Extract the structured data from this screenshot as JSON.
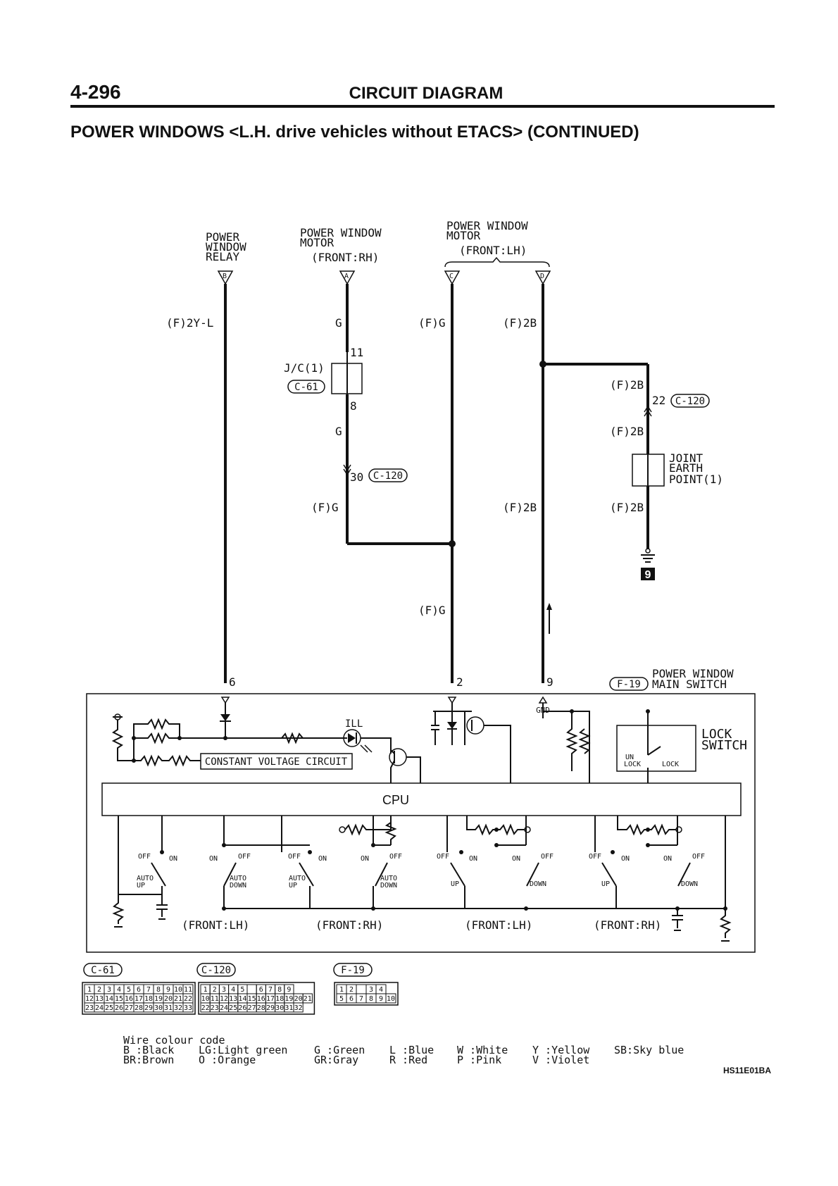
{
  "header": {
    "page_number": "4-296",
    "section": "CIRCUIT DIAGRAM",
    "title": "POWER WINDOWS <L.H. drive vehicles without ETACS> (CONTINUED)"
  },
  "connectors_top": {
    "relay": {
      "line1": "POWER",
      "line2": "WINDOW",
      "line3": "RELAY",
      "pin": "B"
    },
    "motor_rh": {
      "line1": "POWER WINDOW",
      "line2": "MOTOR",
      "line3": "(FRONT:RH)",
      "pin": "A"
    },
    "motor_lh": {
      "line1": "POWER WINDOW",
      "line2": "MOTOR",
      "line3": "(FRONT:LH)",
      "pin_c": "C",
      "pin_d": "D"
    }
  },
  "wires": {
    "w_2yl": "(F)2Y-L",
    "w_g1": "G",
    "w_fg1": "(F)G",
    "w_f2b1": "(F)2B",
    "w_f2b2": "(F)2B",
    "w_f2b3": "(F)2B",
    "w_g2": "G",
    "w_fg2": "(F)G",
    "w_f2b4": "(F)2B",
    "w_f2b5": "(F)2B",
    "w_fg3": "(F)G"
  },
  "jc": {
    "label": "J/C(1)",
    "connector": "C-61",
    "pin_top": "11",
    "pin_bottom": "8"
  },
  "c120_a": {
    "pin": "30",
    "connector": "C-120"
  },
  "c120_b": {
    "pin": "22",
    "connector": "C-120"
  },
  "joint_earth": {
    "line1": "JOINT",
    "line2": "EARTH",
    "line3": "POINT(1)"
  },
  "ground_badge": "9",
  "switch": {
    "connector": "F-19",
    "title1": "POWER WINDOW",
    "title2": "MAIN SWITCH",
    "pin6": "6",
    "pin2": "2",
    "pin9": "9",
    "gnd": "GND",
    "ill": "ILL",
    "cvc": "CONSTANT VOLTAGE CIRCUIT",
    "cpu": "CPU",
    "lock_title1": "LOCK",
    "lock_title2": "SWITCH",
    "un_lock_1": "UN",
    "un_lock_2": "LOCK",
    "lock": "LOCK",
    "sw_off": "OFF",
    "sw_on": "ON",
    "sw_auto": "AUTO",
    "sw_up": "UP",
    "sw_down": "DOWN",
    "sw_auto_down": "DOWN",
    "front_lh_1": "(FRONT:LH)",
    "front_rh_1": "(FRONT:RH)",
    "front_lh_2": "(FRONT:LH)",
    "front_rh_2": "(FRONT:RH)"
  },
  "connector_views": {
    "c61": {
      "label": "C-61",
      "rows": [
        [
          "1",
          "2",
          "3",
          "4",
          "5",
          "6",
          "7",
          "8",
          "9",
          "10",
          "11"
        ],
        [
          "12",
          "13",
          "14",
          "15",
          "16",
          "17",
          "18",
          "19",
          "20",
          "21",
          "22"
        ],
        [
          "23",
          "24",
          "25",
          "26",
          "27",
          "28",
          "29",
          "30",
          "31",
          "32",
          "33"
        ]
      ]
    },
    "c120": {
      "label": "C-120",
      "rows": [
        [
          "1",
          "2",
          "3",
          "4",
          "5",
          "",
          "6",
          "7",
          "8",
          "9"
        ],
        [
          "10",
          "11",
          "12",
          "13",
          "14",
          "15",
          "16",
          "17",
          "18",
          "19",
          "20",
          "21"
        ],
        [
          "22",
          "23",
          "24",
          "25",
          "26",
          "27",
          "28",
          "29",
          "30",
          "31",
          "32"
        ]
      ]
    },
    "f19": {
      "label": "F-19",
      "rows": [
        [
          "1",
          "2",
          "",
          "3",
          "4"
        ],
        [
          "5",
          "6",
          "7",
          "8",
          "9",
          "10"
        ]
      ]
    }
  },
  "wire_colour_code": {
    "title": "Wire colour code",
    "entries": [
      "B :Black",
      "BR:Brown",
      "LG:Light green",
      "O :Orange",
      "G :Green",
      "GR:Gray",
      "L :Blue",
      "R :Red",
      "W :White",
      "P :Pink",
      "Y :Yellow",
      "V :Violet",
      "SB:Sky blue"
    ]
  },
  "figure_code": "HS11E01BA"
}
